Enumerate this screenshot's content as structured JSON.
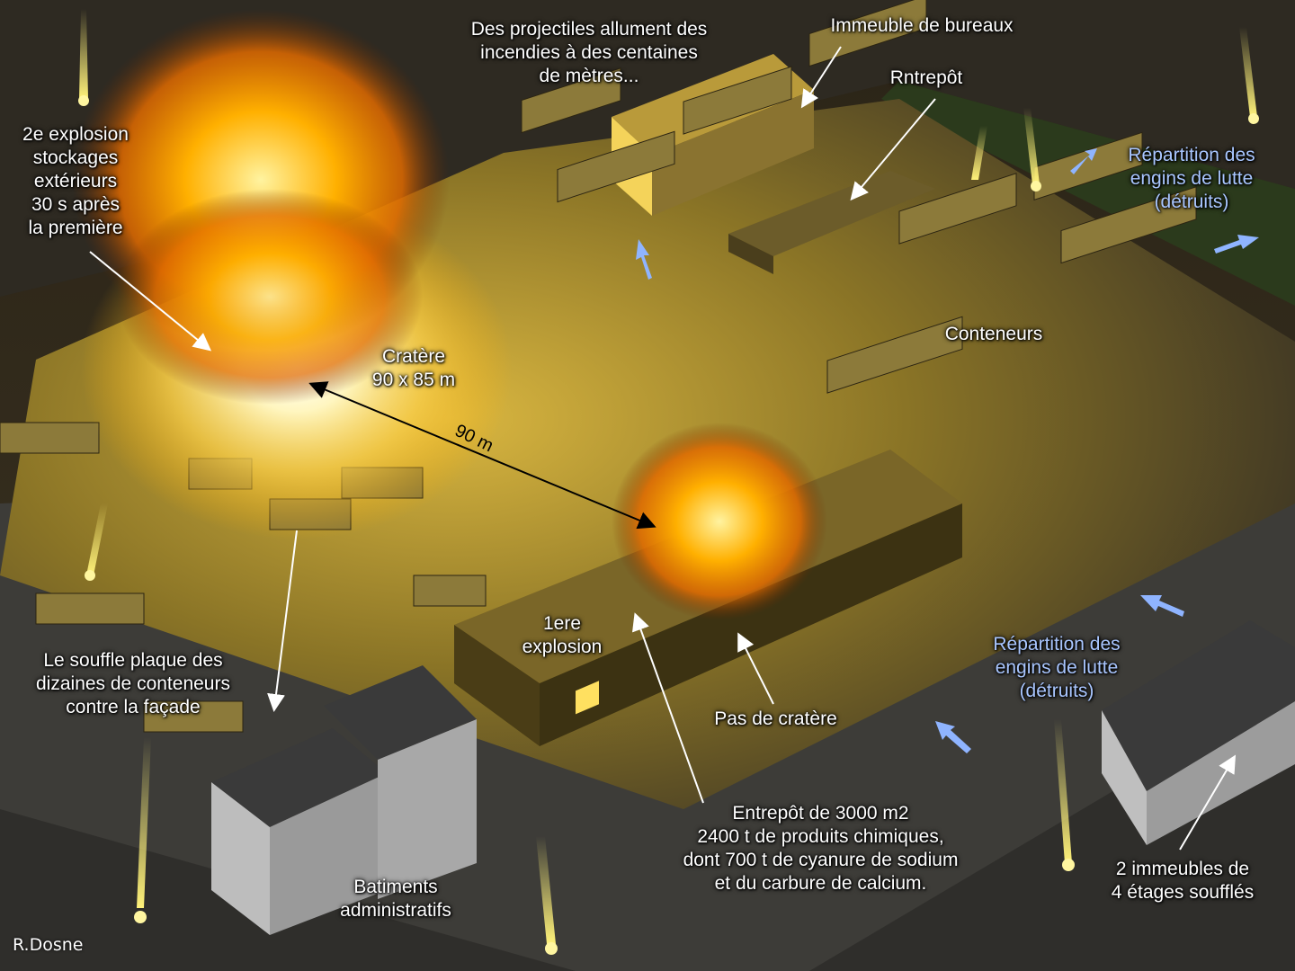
{
  "labels": {
    "second_explosion": [
      "2e explosion",
      "stockages",
      "extérieurs",
      "30 s après",
      "la première"
    ],
    "projectiles": [
      "Des projectiles allument des",
      "incendies à des centaines",
      "de mètres..."
    ],
    "office_building": "Immeuble de bureaux",
    "warehouse_top": "Rntrepôt",
    "fleet_top": [
      "Répartition des",
      "engins de lutte",
      "(détruits)"
    ],
    "crater": [
      "Cratère",
      "90 x 85 m"
    ],
    "distance": "90 m",
    "containers": "Conteneurs",
    "first_explosion": [
      "1ere",
      "explosion"
    ],
    "blast_containers": [
      "Le souffle plaque des",
      "dizaines de conteneurs",
      "contre la façade"
    ],
    "fleet_bottom": [
      "Répartition des",
      "engins de lutte",
      "(détruits)"
    ],
    "no_crater": "Pas de cratère",
    "warehouse_main": [
      "Entrepôt de 3000 m2",
      "2400 t de produits chimiques,",
      "dont 700 t de cyanure de sodium",
      "et du carbure de calcium."
    ],
    "admin_buildings": [
      "Batiments",
      "administratifs"
    ],
    "blown_buildings": [
      "2 immeubles de",
      "4 étages soufflés"
    ]
  },
  "credit": "R.Dosne",
  "colors": {
    "fire": "#ffb000",
    "glow": "#fff6c0",
    "ground": "#3a3324",
    "road": "#4a4a48",
    "fleet_label": "#a9c6ff",
    "fleet_arrow": "#8fb4ff"
  }
}
